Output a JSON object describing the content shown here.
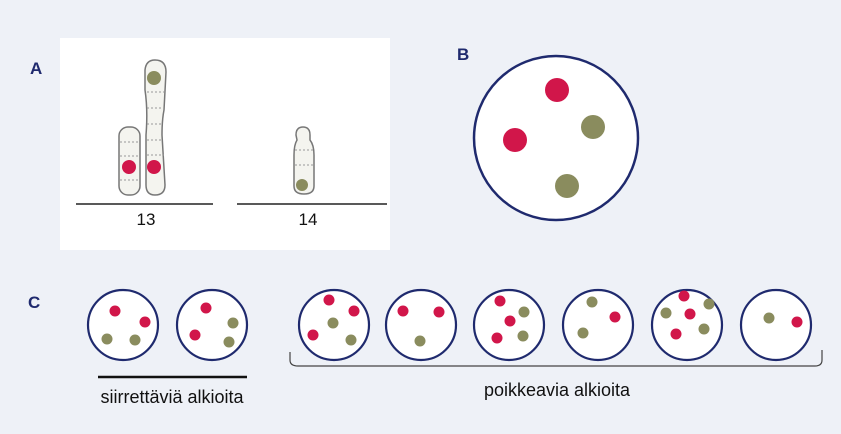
{
  "panels": {
    "a": {
      "label": "A",
      "chromosome_13": "13",
      "chromosome_14": "14"
    },
    "b": {
      "label": "B"
    },
    "c": {
      "label": "C"
    }
  },
  "captions": {
    "transferable": "siirrettäviä alkioita",
    "abnormal": "poikkeavia alkioita"
  },
  "colors": {
    "red": "#d1164a",
    "green": "#8a8c5e",
    "outline": "#1f2a6e",
    "chromosome_fill": "#f4f4ef",
    "chromosome_stroke": "#777777"
  },
  "embryos": {
    "transferable": [
      {
        "red": 2,
        "green": 2
      },
      {
        "red": 2,
        "green": 2
      }
    ],
    "abnormal": [
      {
        "red": 3,
        "green": 2
      },
      {
        "red": 2,
        "green": 1
      },
      {
        "red": 3,
        "green": 2
      },
      {
        "red": 1,
        "green": 2
      },
      {
        "red": 3,
        "green": 3
      },
      {
        "red": 1,
        "green": 1
      }
    ]
  }
}
